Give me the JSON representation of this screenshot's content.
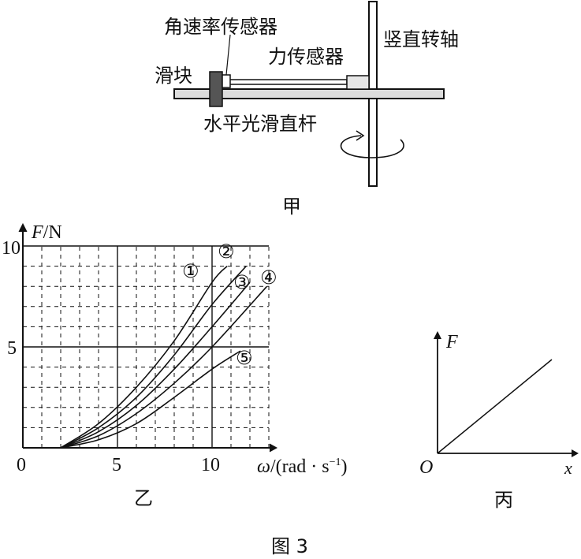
{
  "apparatus": {
    "label_angular_rate_sensor": "角速率传感器",
    "label_vertical_shaft": "竖直转轴",
    "label_force_sensor": "力传感器",
    "label_slider": "滑块",
    "label_horizontal_rod": "水平光滑直杆",
    "caption": "甲"
  },
  "graph_yi": {
    "y_axis_label_var": "F",
    "y_axis_label_unit": "/N",
    "x_axis_label_var": "ω",
    "x_axis_label_unit": "/(rad · s",
    "x_axis_label_exp": "−1",
    "x_axis_label_close": ")",
    "y_ticks": [
      "10",
      "5"
    ],
    "x_ticks": [
      "0",
      "5",
      "10"
    ],
    "caption": "乙",
    "curve_labels": [
      "①",
      "②",
      "③",
      "④",
      "⑤"
    ]
  },
  "graph_bing": {
    "y_axis_label": "F",
    "x_axis_label": "x",
    "origin_label": "O",
    "caption": "丙"
  },
  "figure_caption": "图 3",
  "chart_data": {
    "type": "line",
    "xlabel": "ω/(rad·s⁻¹)",
    "ylabel": "F/N",
    "xlim": [
      0,
      13
    ],
    "ylim": [
      0,
      10
    ],
    "grid": true,
    "series": [
      {
        "name": "①",
        "x": [
          2,
          4,
          6,
          8,
          10,
          10.8
        ],
        "y": [
          0,
          1.2,
          3.0,
          5.3,
          8.2,
          9.0
        ]
      },
      {
        "name": "②",
        "x": [
          2,
          4,
          6,
          8,
          10,
          11.8
        ],
        "y": [
          0,
          1.0,
          2.5,
          4.6,
          7.1,
          9.0
        ]
      },
      {
        "name": "③",
        "x": [
          2,
          4,
          6,
          8,
          10,
          12.0
        ],
        "y": [
          0,
          0.8,
          2.1,
          3.9,
          6.0,
          8.2
        ]
      },
      {
        "name": "④",
        "x": [
          2,
          4,
          6,
          8,
          10,
          12.9
        ],
        "y": [
          0,
          0.6,
          1.7,
          3.2,
          5.0,
          8.0
        ]
      },
      {
        "name": "⑤",
        "x": [
          2,
          4,
          6,
          8,
          10,
          11.5
        ],
        "y": [
          0,
          0.4,
          1.2,
          2.5,
          3.9,
          4.8
        ]
      }
    ]
  }
}
